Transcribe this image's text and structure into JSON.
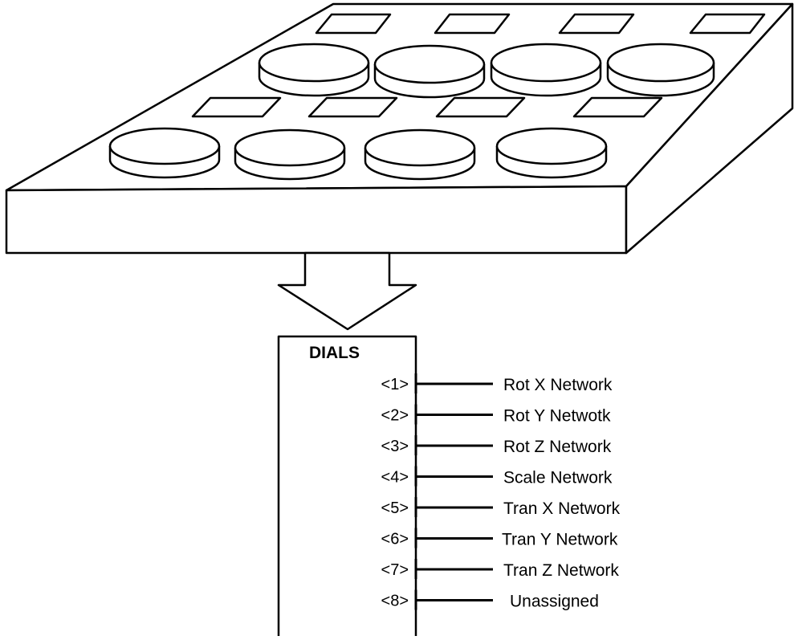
{
  "block": {
    "title": "DIALS",
    "ports": [
      {
        "port": "<1>",
        "network": "Rot X Network"
      },
      {
        "port": "<2>",
        "network": "Rot Y Netwotk"
      },
      {
        "port": "<3>",
        "network": "Rot Z Network"
      },
      {
        "port": "<4>",
        "network": "Scale Network"
      },
      {
        "port": "<5>",
        "network": "Tran X Network"
      },
      {
        "port": "<6>",
        "network": "Tran Y Network"
      },
      {
        "port": "<7>",
        "network": "Tran Z Network"
      },
      {
        "port": "<8>",
        "network": "Unassigned"
      }
    ]
  },
  "dial_box": {
    "dial_count": 8,
    "rows": 2,
    "columns": 4
  },
  "colors": {
    "line": "#000000",
    "fill": "#ffffff"
  }
}
